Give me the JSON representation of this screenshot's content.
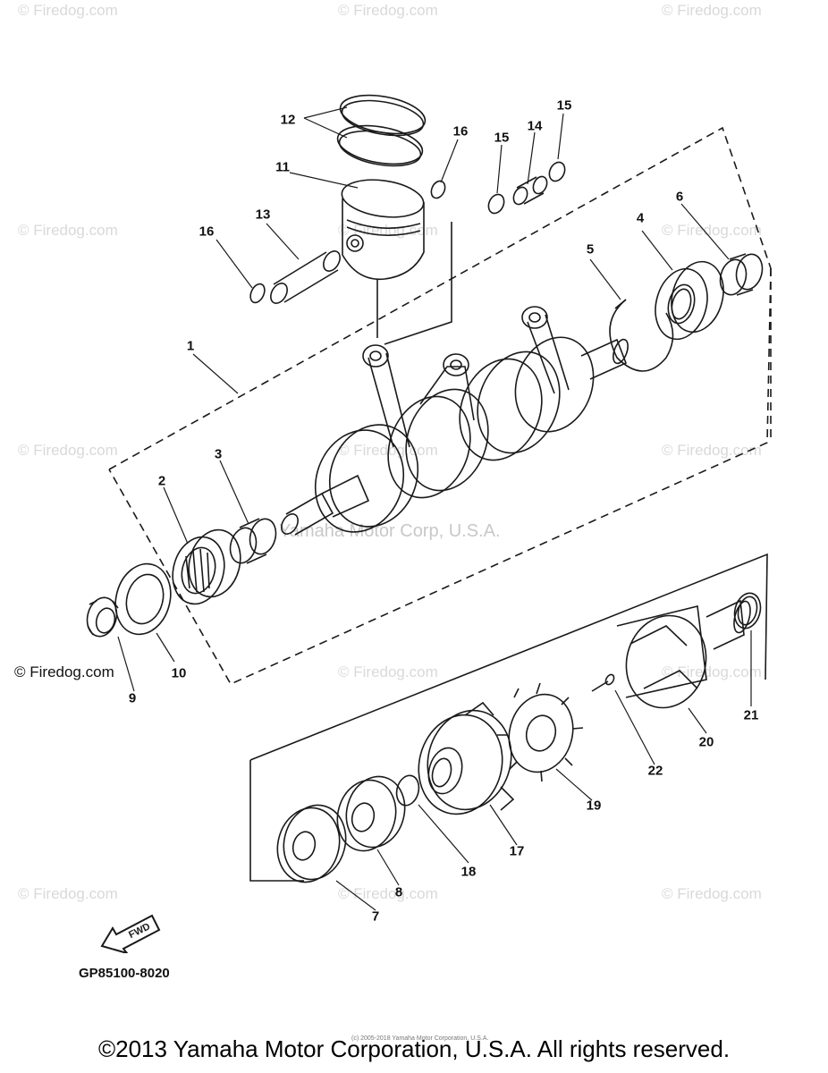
{
  "watermarks": {
    "site": "© Firedog.com",
    "center": "Yamaha Motor Corp, U.S.A."
  },
  "callouts": [
    {
      "id": "1",
      "label": "1"
    },
    {
      "id": "2",
      "label": "2"
    },
    {
      "id": "3",
      "label": "3"
    },
    {
      "id": "4",
      "label": "4"
    },
    {
      "id": "5",
      "label": "5"
    },
    {
      "id": "6",
      "label": "6"
    },
    {
      "id": "7",
      "label": "7"
    },
    {
      "id": "8",
      "label": "8"
    },
    {
      "id": "9",
      "label": "9"
    },
    {
      "id": "10",
      "label": "10"
    },
    {
      "id": "11",
      "label": "11"
    },
    {
      "id": "12",
      "label": "12"
    },
    {
      "id": "13",
      "label": "13"
    },
    {
      "id": "14",
      "label": "14"
    },
    {
      "id": "15a",
      "label": "15"
    },
    {
      "id": "15b",
      "label": "15"
    },
    {
      "id": "16a",
      "label": "16"
    },
    {
      "id": "16b",
      "label": "16"
    },
    {
      "id": "17",
      "label": "17"
    },
    {
      "id": "18",
      "label": "18"
    },
    {
      "id": "19",
      "label": "19"
    },
    {
      "id": "20",
      "label": "20"
    },
    {
      "id": "21",
      "label": "21"
    },
    {
      "id": "22",
      "label": "22"
    }
  ],
  "fwd_label": "FWD",
  "diagram_code": "GP85100-8020",
  "footer": {
    "copyright": "©2013 Yamaha Motor Corporation, U.S.A. All rights reserved.",
    "micro": "(c) 2005-2018 Yamaha Motor Corporation, U.S.A."
  },
  "colors": {
    "ink": "#1a1a1a",
    "watermark": "#d9d9d9"
  }
}
